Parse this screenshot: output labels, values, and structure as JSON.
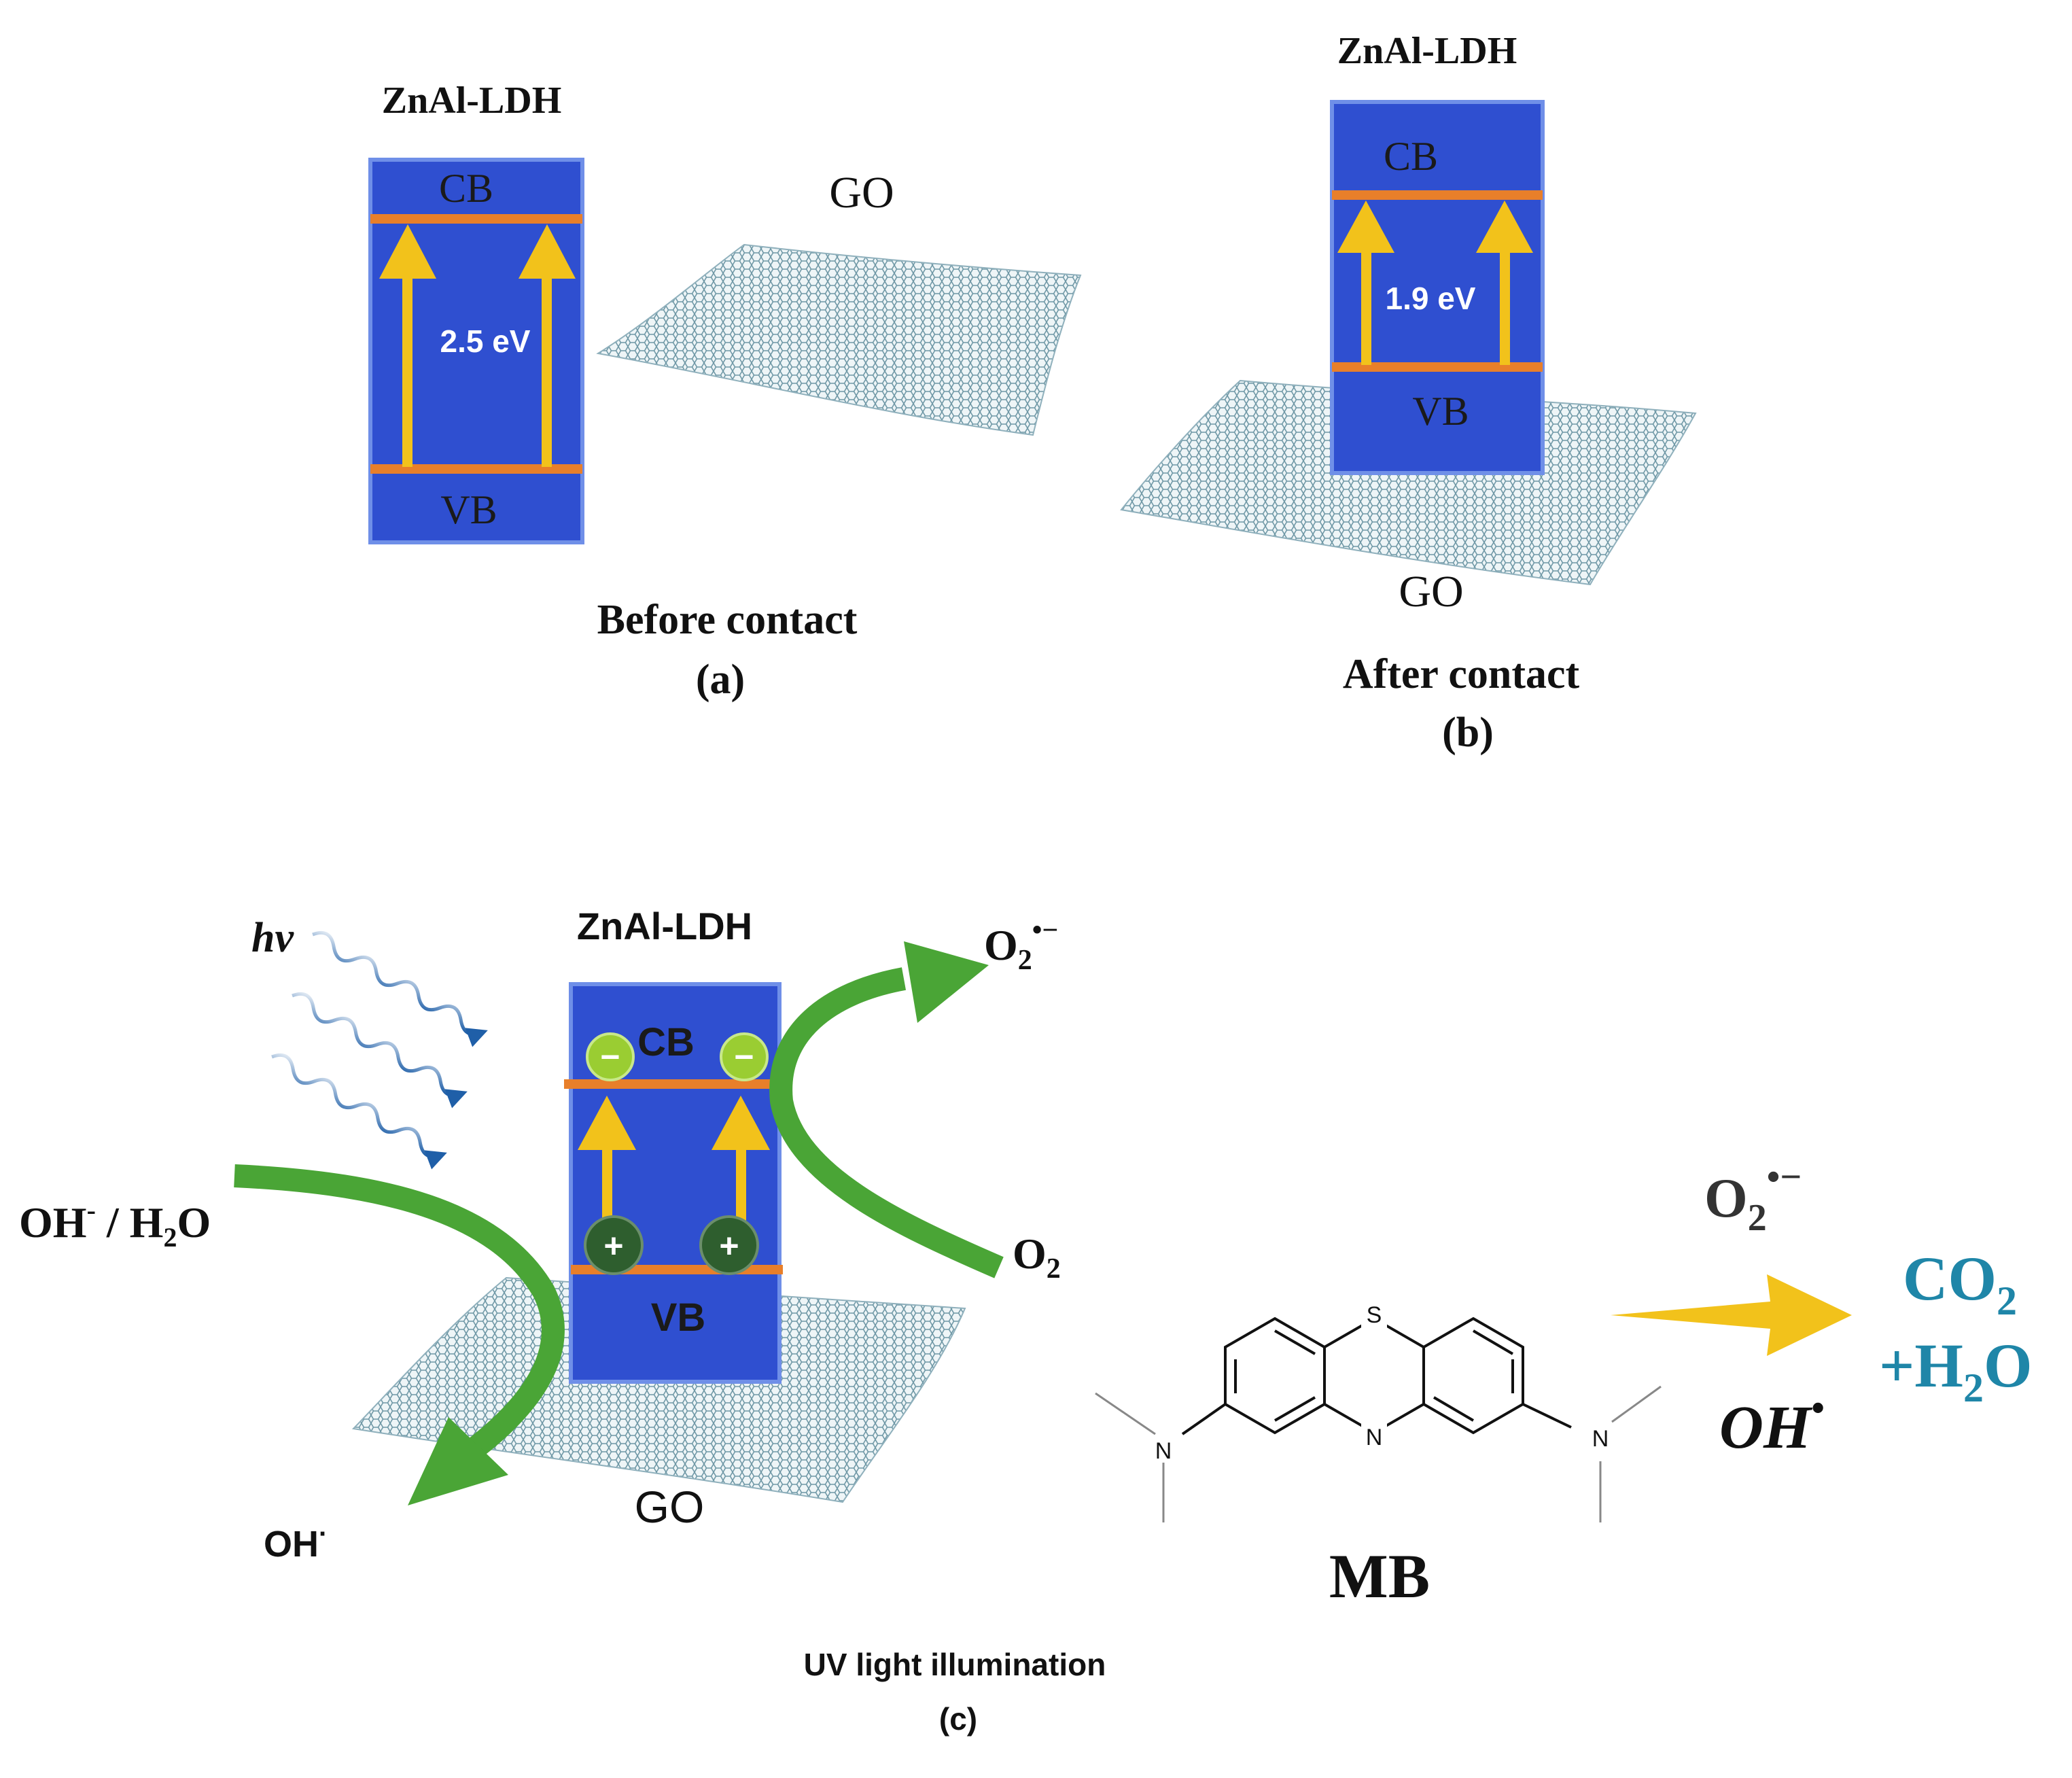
{
  "panel_a": {
    "title": "ZnAl-LDH",
    "cb": "CB",
    "vb": "VB",
    "gap": "2.5 eV",
    "go": "GO",
    "caption": "Before contact",
    "letter": "(a)"
  },
  "panel_b": {
    "title": "ZnAl-LDH",
    "cb": "CB",
    "vb": "VB",
    "gap": "1.9 eV",
    "go": "GO",
    "caption": "After contact",
    "letter": "(b)"
  },
  "panel_c": {
    "light": "hv",
    "title": "ZnAl-LDH",
    "cb": "CB",
    "vb": "VB",
    "electron": "−",
    "hole": "+",
    "oxidant_in": "OH",
    "oxidant_in_sup": "-",
    "oxidant_in_rest": " / H",
    "oxidant_in_sub": "2",
    "oxidant_in_end": "O",
    "oxidant_out": "OH",
    "oxidant_out_sup": "·",
    "oxygen_in": "O",
    "oxygen_in_sub": "2",
    "superoxide": "O",
    "superoxide_sub": "2",
    "superoxide_sup": "•−",
    "go": "GO",
    "caption": "UV light illumination",
    "letter": "(c)"
  },
  "reaction": {
    "molecule": "MB",
    "atom_s": "S",
    "atom_n": "N",
    "reagent_top": "O",
    "reagent_top_sub": "2",
    "reagent_top_sup": "•−",
    "reagent_bottom": "OH",
    "reagent_bottom_sup": "•",
    "product_1": "CO",
    "product_1_sub": "2",
    "product_2": "+H",
    "product_2_sub": "2",
    "product_2_end": "O"
  },
  "colors": {
    "band_fill": "#2f4fd0",
    "band_edge": "#6f8fe8",
    "band_line": "#e87f2a",
    "excitation_arrow": "#f2c21b",
    "flow_arrow": "#4aa536",
    "electron": "#9acd32",
    "hole": "#2e5e2e",
    "photon": "#1f5fa8",
    "sheet": "#7fa6b2",
    "product": "#1f86a8"
  }
}
